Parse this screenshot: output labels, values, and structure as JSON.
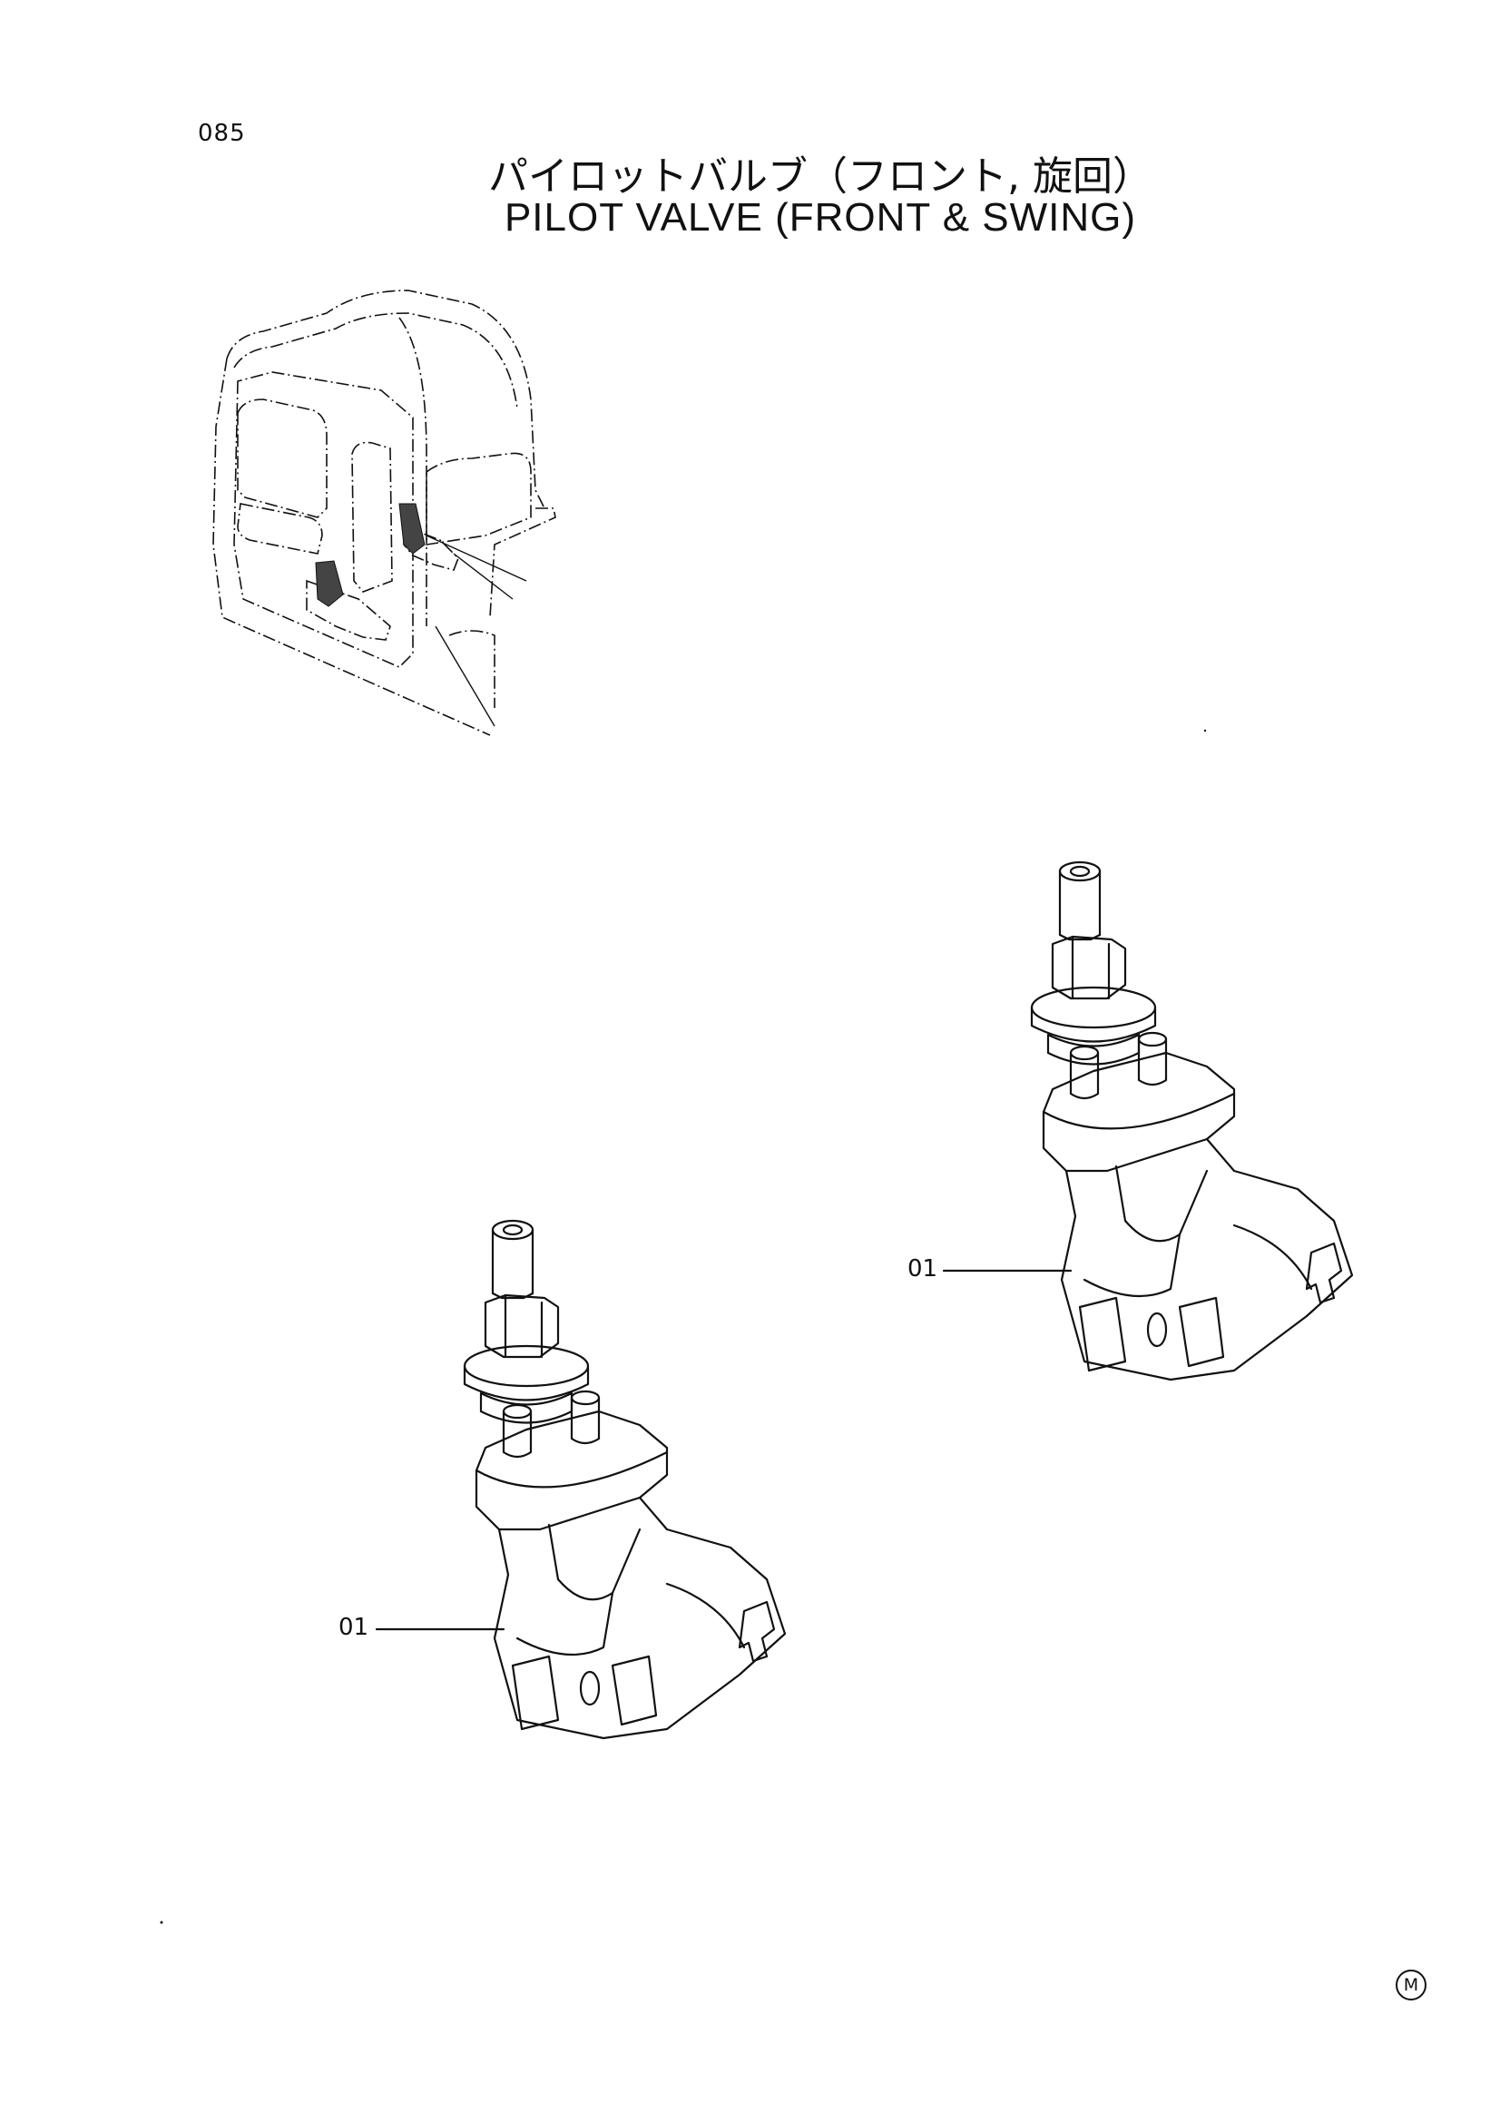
{
  "page": {
    "number": "085",
    "title_jp": "パイロットバルブ（フロント, 旋回）",
    "title_en": "PILOT VALVE (FRONT & SWING)"
  },
  "callouts": [
    {
      "label": "01"
    },
    {
      "label": "01"
    }
  ],
  "corner_mark": "M"
}
